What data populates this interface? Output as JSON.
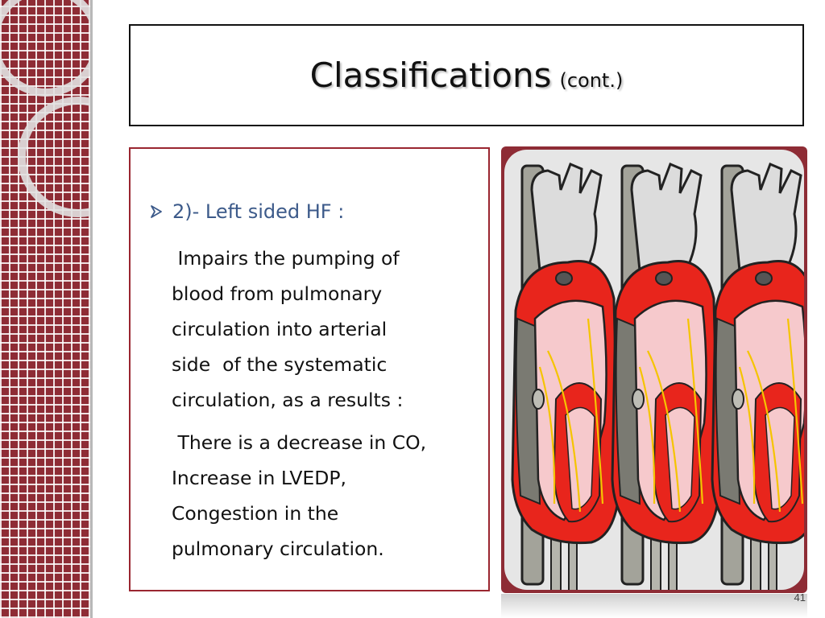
{
  "slide": {
    "title": "Classifications",
    "title_suffix": "(cont.)",
    "bullet": "2)- Left sided HF :",
    "paragraph_1": " Impairs the pumping of\nblood from pulmonary\ncirculation into arterial\nside  of the systematic\ncirculation, as a results :",
    "paragraph_2": " There is a decrease in CO,\nIncrease in LVEDP,\nCongestion in the\npulmonary circulation.",
    "slide_number": "41"
  },
  "icons": {
    "bullet": "arrow-bullet-icon",
    "image": "heart-anatomy-illustration"
  },
  "colors": {
    "accent": "#8e2c35",
    "bullet_text": "#3c5a8a",
    "heart_muscle": "#e8251c"
  }
}
